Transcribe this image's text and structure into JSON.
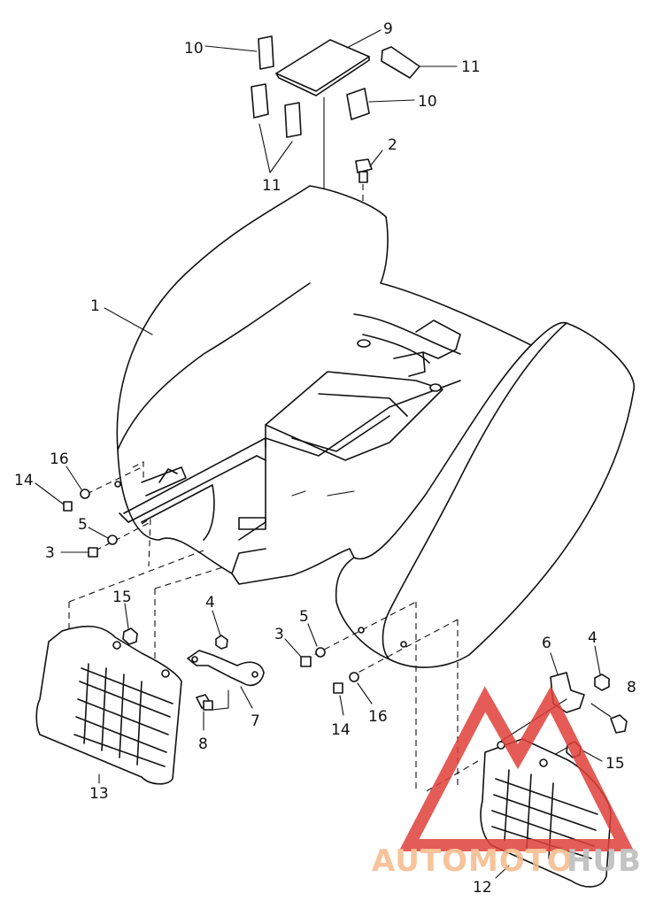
{
  "diagram": {
    "callouts": [
      {
        "id": "c9",
        "text": "9"
      },
      {
        "id": "c10a",
        "text": "10"
      },
      {
        "id": "c10b",
        "text": "10"
      },
      {
        "id": "c11a",
        "text": "11"
      },
      {
        "id": "c11b",
        "text": "11"
      },
      {
        "id": "c2",
        "text": "2"
      },
      {
        "id": "c1",
        "text": "1"
      },
      {
        "id": "c16a",
        "text": "16"
      },
      {
        "id": "c14a",
        "text": "14"
      },
      {
        "id": "c5a",
        "text": "5"
      },
      {
        "id": "c3a",
        "text": "3"
      },
      {
        "id": "c15a",
        "text": "15"
      },
      {
        "id": "c4a",
        "text": "4"
      },
      {
        "id": "c13",
        "text": "13"
      },
      {
        "id": "c8a",
        "text": "8"
      },
      {
        "id": "c7",
        "text": "7"
      },
      {
        "id": "c3b",
        "text": "3"
      },
      {
        "id": "c5b",
        "text": "5"
      },
      {
        "id": "c14b",
        "text": "14"
      },
      {
        "id": "c16b",
        "text": "16"
      },
      {
        "id": "c6",
        "text": "6"
      },
      {
        "id": "c4b",
        "text": "4"
      },
      {
        "id": "c8b",
        "text": "8"
      },
      {
        "id": "c15b",
        "text": "15"
      },
      {
        "id": "c12",
        "text": "12"
      }
    ]
  },
  "watermark": {
    "text_part1": "AUTOMOTO",
    "text_part2": "HUB",
    "color_logo": "#e0403a",
    "color_text1": "#f5b98a",
    "color_text2": "#b9b9b9"
  }
}
